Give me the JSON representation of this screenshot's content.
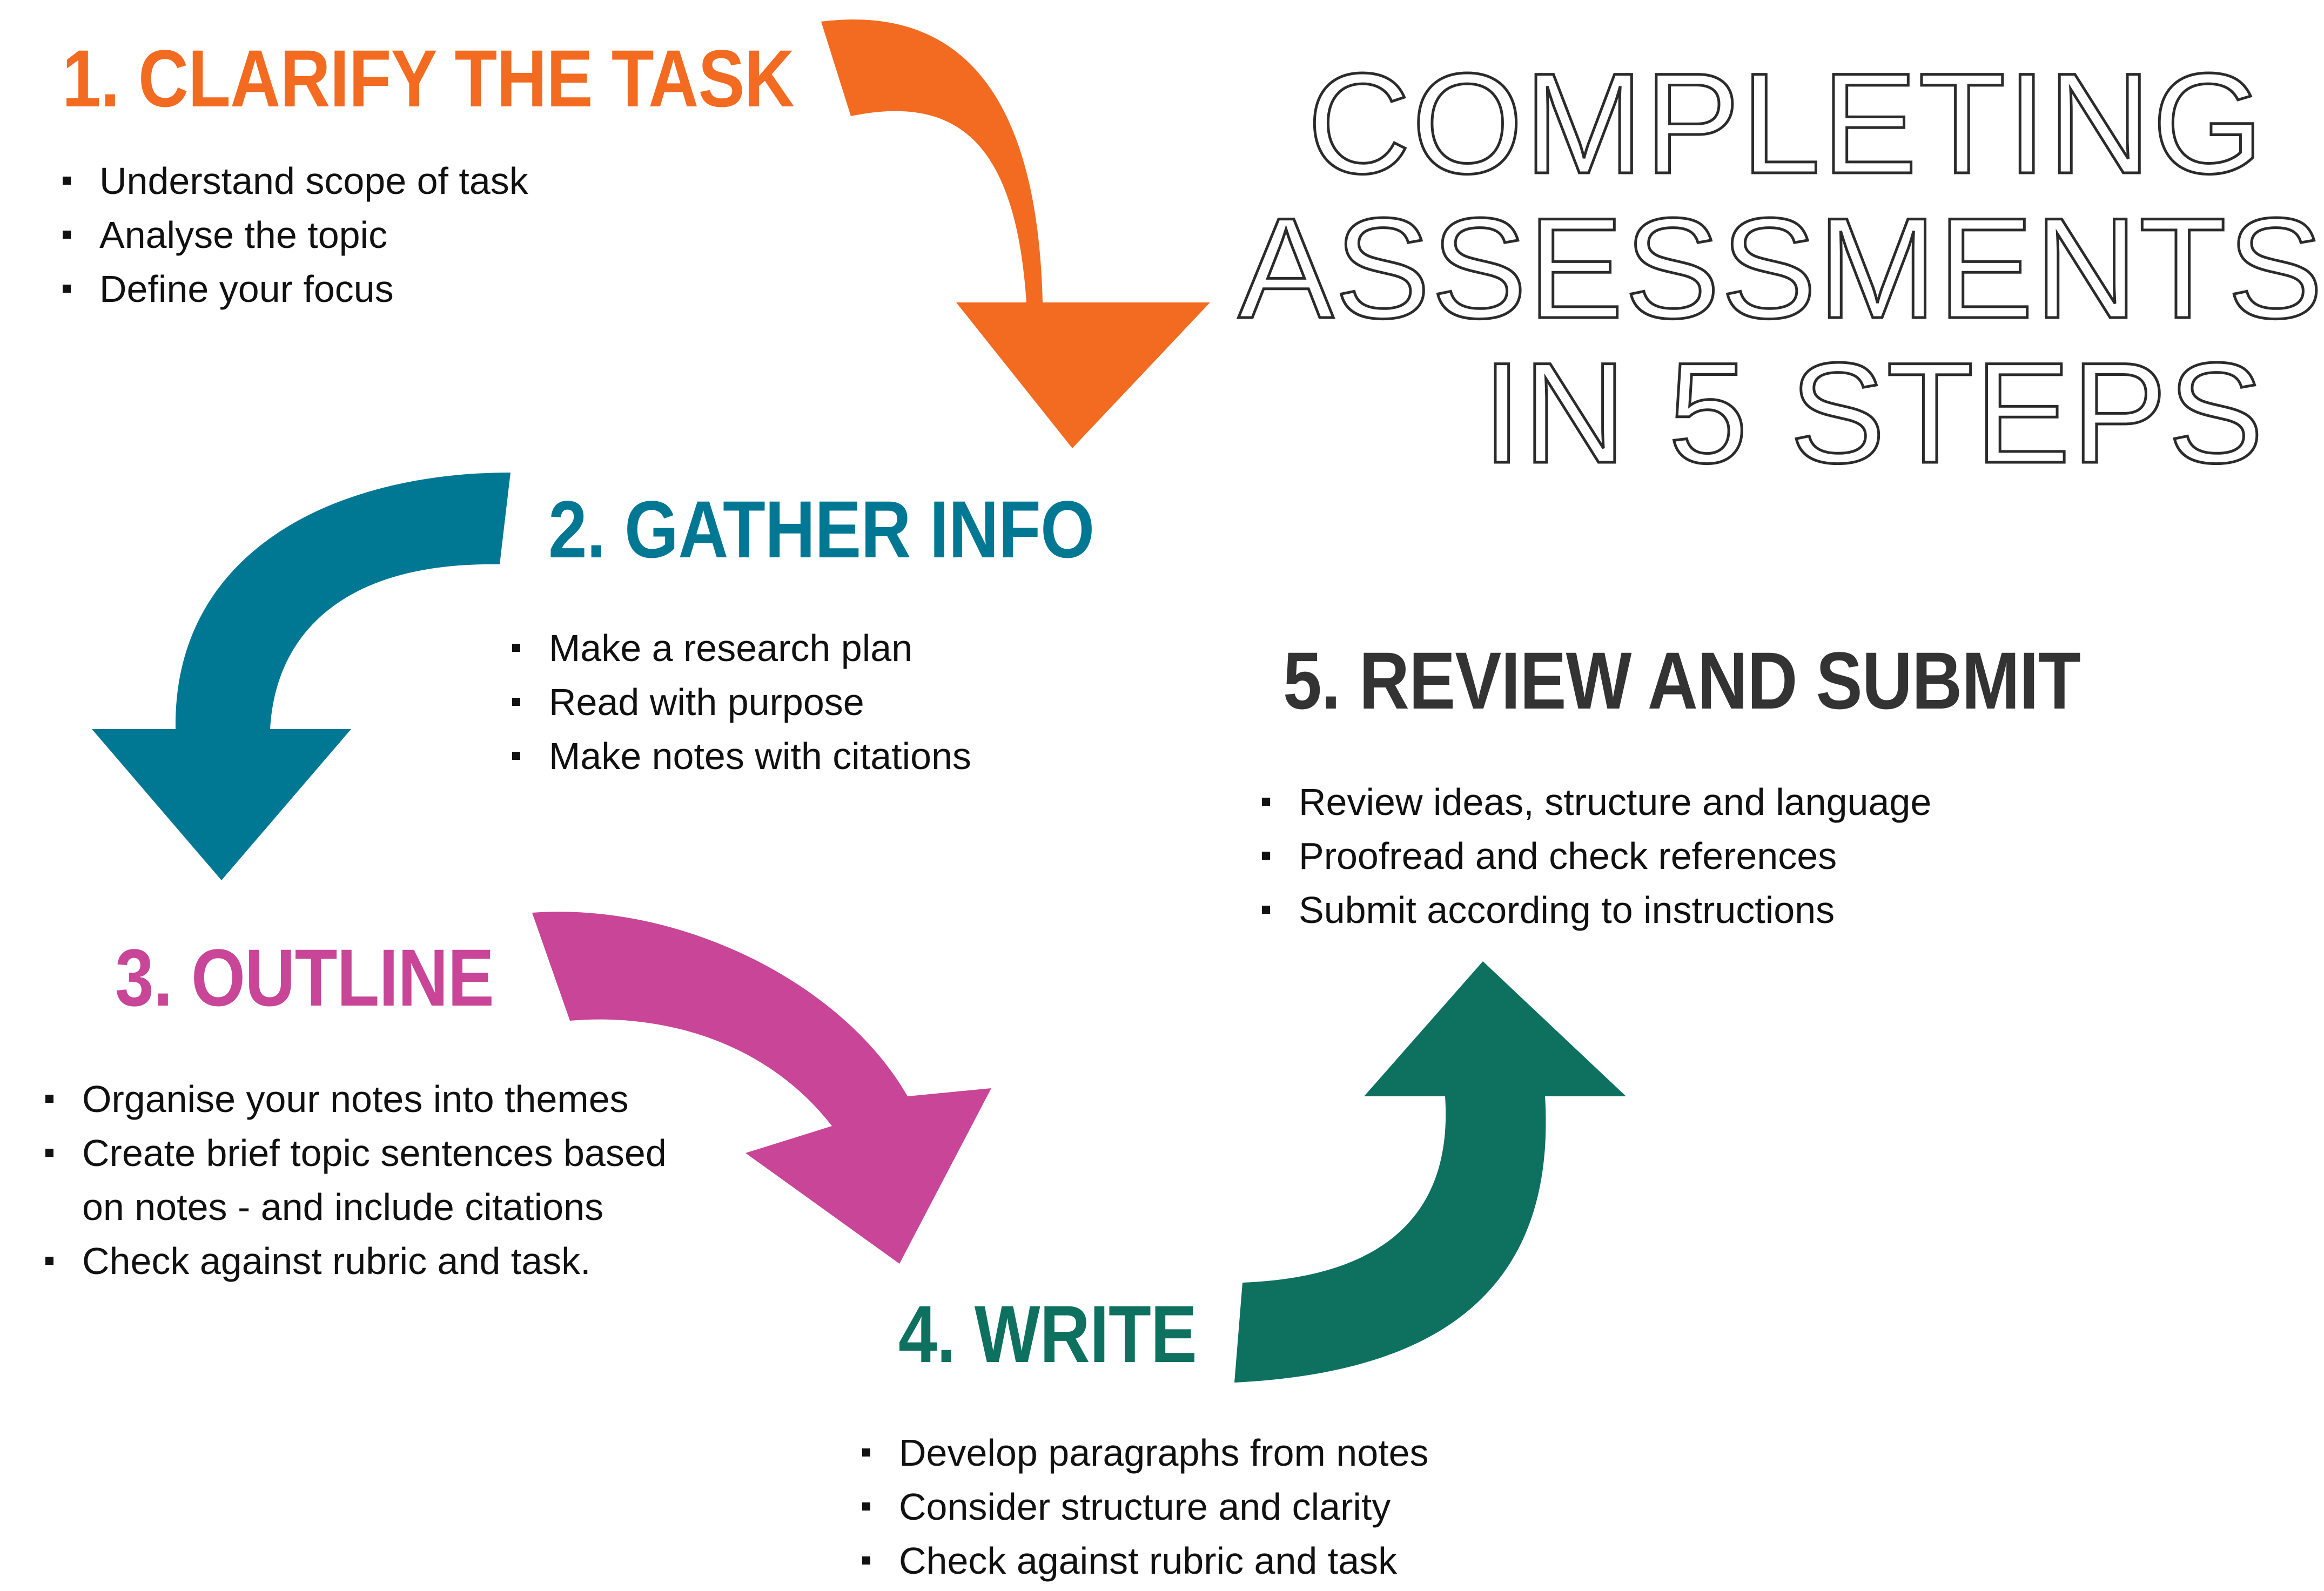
{
  "title": {
    "lines": [
      "COMPLETING",
      "ASSESSMENTS",
      "IN 5 STEPS"
    ]
  },
  "colors": {
    "step1": "#F26B21",
    "step2": "#007894",
    "step3": "#C84598",
    "step4": "#0E7160",
    "step5": "#333333"
  },
  "steps": [
    {
      "heading": "1. CLARIFY THE TASK",
      "bullets": [
        "Understand scope of task",
        "Analyse the topic",
        "Define your focus"
      ]
    },
    {
      "heading": "2. GATHER INFO",
      "bullets": [
        "Make a research plan",
        "Read with purpose",
        "Make notes with citations"
      ]
    },
    {
      "heading": "3. OUTLINE",
      "bullets": [
        "Organise your notes into themes",
        "Create brief topic sentences based",
        "on notes - and include citations",
        "Check against rubric and task."
      ]
    },
    {
      "heading": "4. WRITE",
      "bullets": [
        "Develop paragraphs from notes",
        "Consider structure and clarity",
        "Check against rubric and task"
      ]
    },
    {
      "heading": "5. REVIEW AND SUBMIT",
      "bullets": [
        "Review ideas, structure and language",
        "Proofread and check references",
        "Submit according to instructions"
      ]
    }
  ]
}
